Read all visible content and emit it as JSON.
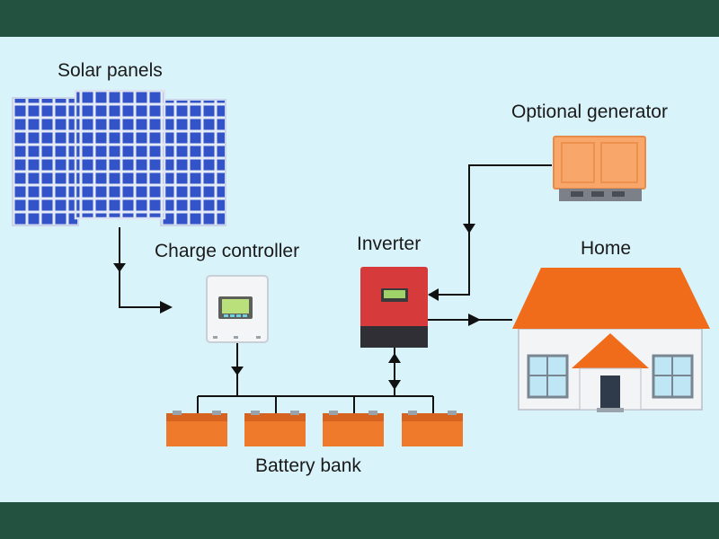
{
  "labels": {
    "solar_panels": "Solar panels",
    "charge_controller": "Charge controller",
    "inverter": "Inverter",
    "optional_generator": "Optional generator",
    "home": "Home",
    "battery_bank": "Battery bank"
  },
  "icons": {
    "solar": "solar-panel-icon",
    "controller": "charge-controller-icon",
    "inverter": "inverter-icon",
    "generator": "generator-icon",
    "home": "house-icon",
    "battery": "battery-icon"
  },
  "colors": {
    "background": "#d9f3fa",
    "frame": "#245240",
    "panel_blue": "#2f4fc4",
    "battery_orange": "#ef7a2c",
    "inverter_red": "#d63a3a",
    "roof_orange": "#f06c1b",
    "generator_orange": "#f9a66b"
  }
}
